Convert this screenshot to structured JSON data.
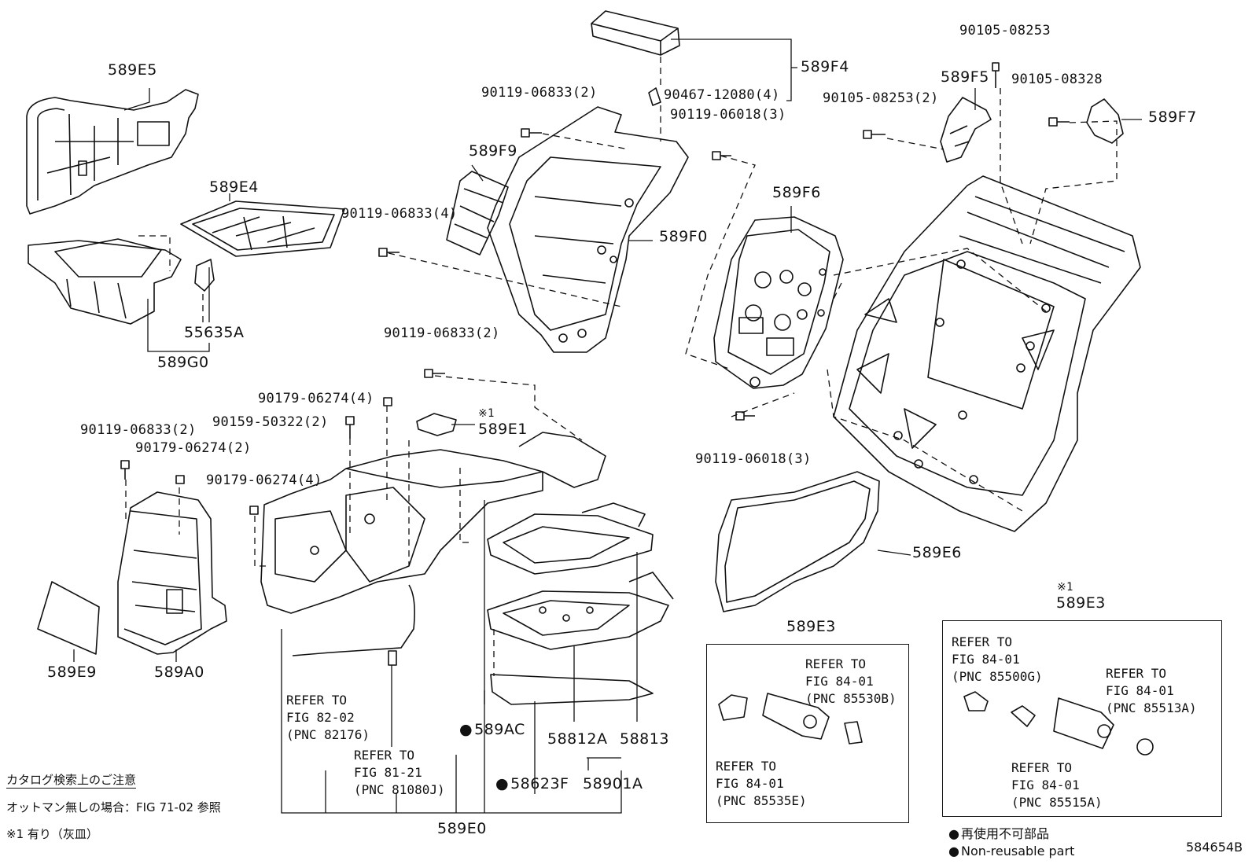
{
  "diagram": {
    "parts": {
      "p589E5": "589E5",
      "p589E4": "589E4",
      "p55635A": "55635A",
      "p589G0": "589G0",
      "p589F9": "589F9",
      "p589F4": "589F4",
      "p589F0": "589F0",
      "p589F5": "589F5",
      "p589F7": "589F7",
      "p589F6": "589F6",
      "p589E1": "589E1",
      "p589E9": "589E9",
      "p589A0": "589A0",
      "p589E6": "589E6",
      "p589E3a": "589E3",
      "p589E3b": "589E3",
      "p589AC": "589AC",
      "p58623F": "58623F",
      "p58812A": "58812A",
      "p58813": "58813",
      "p58901A": "58901A",
      "p589E0": "589E0"
    },
    "bolts": {
      "b1": "90105-08253",
      "b2": "90105-08253(2)",
      "b3": "90105-08328",
      "b4": "90467-12080(4)",
      "b5": "90119-06833(2)",
      "b6": "90119-06018(3)",
      "b7": "90119-06833(4)",
      "b8": "90119-06833(2)",
      "b9": "90179-06274(4)",
      "b10": "90159-50322(2)",
      "b11": "90119-06833(2)",
      "b12": "90179-06274(2)",
      "b13": "90179-06274(4)",
      "b14": "90119-06018(3)"
    },
    "refs": {
      "r1": "REFER TO\nFIG 82-02\n(PNC 82176)",
      "r2": "REFER TO\nFIG 81-21\n(PNC 81080J)",
      "r3": "REFER TO\nFIG 84-01\n(PNC 85530B)",
      "r4": "REFER TO\nFIG 84-01\n(PNC 85535E)",
      "r5": "REFER TO\nFIG 84-01\n(PNC 85500G)",
      "r6": "REFER TO\nFIG 84-01\n(PNC 85513A)",
      "r7": "REFER TO\nFIG 84-01\n(PNC 85515A)"
    },
    "marks": {
      "note1_upper": "※1",
      "note1_right": "※1"
    },
    "notes": {
      "catalog_title": "カタログ検索上のご注意",
      "catalog_line1": "オットマン無しの場合：FIG 71-02 参照",
      "catalog_line2": "※1 有り（灰皿）",
      "legend_jp": "再使用不可部品",
      "legend_en": "Non-reusable part",
      "figure_id": "584654B"
    }
  }
}
